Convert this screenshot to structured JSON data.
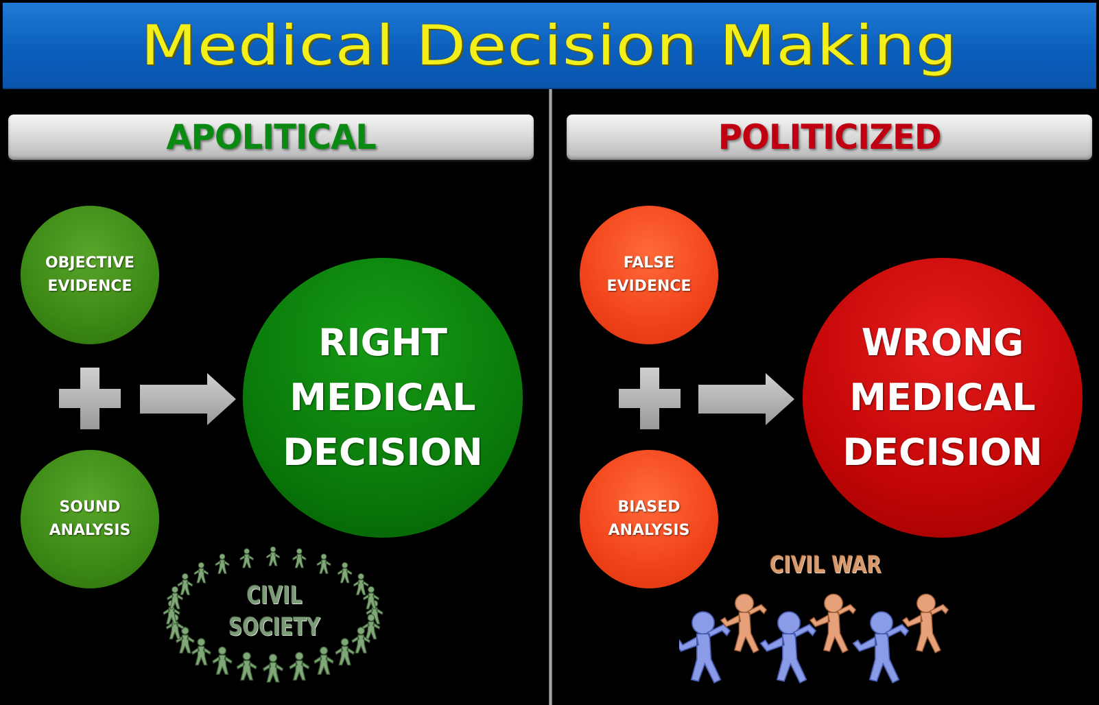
{
  "title": "Medical Decision Making",
  "colors": {
    "title_bar": "#0b5fbd",
    "title_text": "#f2ef1a",
    "apolitical_header": "#0a8a12",
    "politicized_header": "#c00010",
    "green_circle": "#3c8a16",
    "orange_circle": "#f2431a",
    "green_big": "#0a7a0a",
    "red_big": "#c40606",
    "plus_arrow": "#b8b8b8"
  },
  "left": {
    "header": "APOLITICAL",
    "input_top": "OBJECTIVE\nEVIDENCE",
    "input_bottom": "SOUND\nANALYSIS",
    "result": "RIGHT\nMEDICAL\nDECISION",
    "illustration_label": "CIVIL\nSOCIETY",
    "illustration_icon": "people-holding-hands-circle-icon"
  },
  "right": {
    "header": "POLITICIZED",
    "input_top": "FALSE\nEVIDENCE",
    "input_bottom": "BIASED\nANALYSIS",
    "result": "WRONG\nMEDICAL\nDECISION",
    "illustration_label": "CIVIL WAR",
    "illustration_icon": "fighting-figures-icon"
  }
}
